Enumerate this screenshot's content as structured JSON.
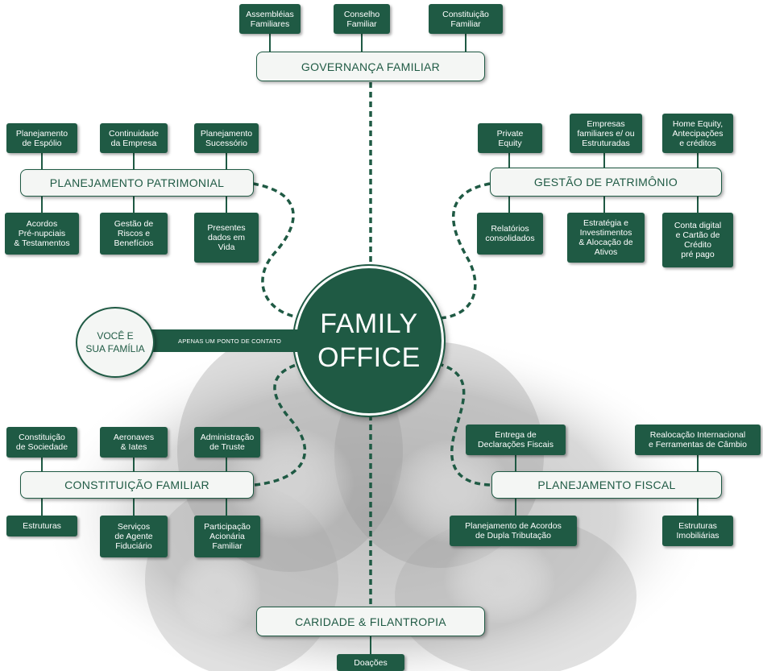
{
  "center": {
    "line1": "FAMILY",
    "line2": "OFFICE"
  },
  "you": {
    "line1": "VOCÊ E",
    "line2": "SUA FAMÍLIA"
  },
  "contact_label": "APENAS UM PONTO DE CONTATO",
  "colors": {
    "primary": "#1f5a44",
    "box_fill": "#f4f6f4",
    "text_light": "#ffffff"
  },
  "governanca": {
    "title": "GOVERNANÇA FAMILIAR",
    "items": [
      "Assembléias\nFamiliares",
      "Conselho\nFamiliar",
      "Constituição\nFamiliar"
    ]
  },
  "planejamento_patrimonial": {
    "title": "PLANEJAMENTO PATRIMONIAL",
    "top": [
      "Planejamento\nde Espólio",
      "Continuidade\nda Empresa",
      "Planejamento\nSucessório"
    ],
    "bottom": [
      "Acordos\nPré-nupciais\n& Testamentos",
      "Gestão de\nRiscos e\nBenefícios",
      "Presentes\ndados em\nVida"
    ]
  },
  "gestao_patrimonio": {
    "title": "GESTÃO DE PATRIMÔNIO",
    "top": [
      "Private\nEquity",
      "Empresas\nfamiliares e/ ou\nEstruturadas",
      "Home Equity,\nAntecipações\ne créditos"
    ],
    "bottom": [
      "Relatórios\nconsolidados",
      "Estratégia e\nInvestimentos\n& Alocação de\nAtivos",
      "Conta digital\ne Cartão de\nCrédito\npré pago"
    ]
  },
  "constituicao_familiar": {
    "title": "CONSTITUIÇÃO FAMILIAR",
    "top": [
      "Constituição\nde Sociedade",
      "Aeronaves\n& Iates",
      "Administração\nde Truste"
    ],
    "bottom": [
      "Estruturas",
      "Serviços\nde Agente\nFiduciário",
      "Participação\nAcionária\nFamiliar"
    ]
  },
  "planejamento_fiscal": {
    "title": "PLANEJAMENTO FISCAL",
    "top": [
      "Entrega de\nDeclarações Fiscais",
      "Realocação Internacional\ne Ferramentas de Câmbio"
    ],
    "bottom": [
      "Planejamento de Acordos\nde Dupla Tributação",
      "Estruturas\nImobiliárias"
    ]
  },
  "caridade": {
    "title": "CARIDADE & FILANTROPIA",
    "items": [
      "Doações"
    ]
  }
}
